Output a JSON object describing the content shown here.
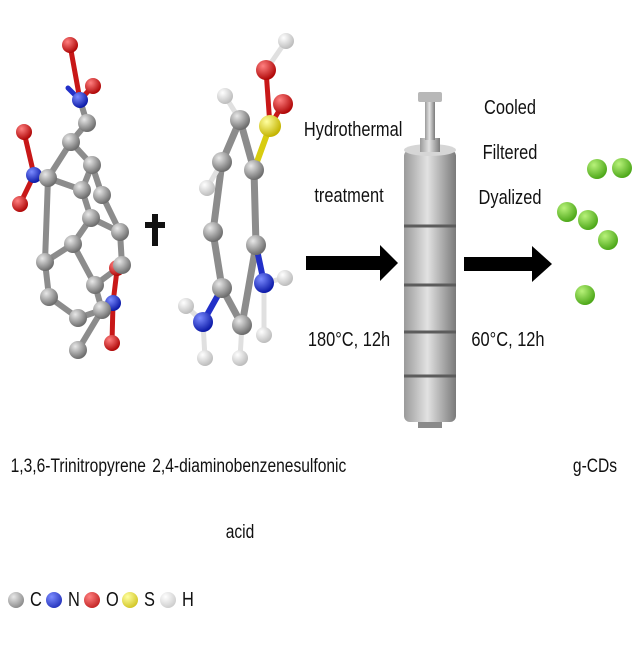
{
  "reactant1": {
    "name": "1,3,6-Trinitropyrene"
  },
  "plus": "+",
  "reactant2": {
    "name_line1": "2,4-diaminobenzenesulfonic",
    "name_line2": "acid"
  },
  "step1": {
    "top_line1": "Hydrothermal",
    "top_line2": "treatment",
    "bottom": "180°C, 12h"
  },
  "step2": {
    "top_line1": "Cooled",
    "top_line2": "Filtered",
    "top_line3": "Dyalized",
    "bottom": "60°C, 12h"
  },
  "product": {
    "name": "g-CDs"
  },
  "legend": [
    {
      "symbol": "C",
      "color": "#8c8c8c"
    },
    {
      "symbol": "N",
      "color": "#1f2fd0"
    },
    {
      "symbol": "O",
      "color": "#d01818"
    },
    {
      "symbol": "S",
      "color": "#e5d820"
    },
    {
      "symbol": "H",
      "color": "#e6e6e6"
    }
  ],
  "colors": {
    "carbon": "#8c8c8c",
    "nitrogen": "#1f2fd0",
    "oxygen": "#d01818",
    "sulfur": "#e5d820",
    "hydrogen": "#e6e6e6",
    "dot": "#6fc72a",
    "arrow": "#000000"
  }
}
